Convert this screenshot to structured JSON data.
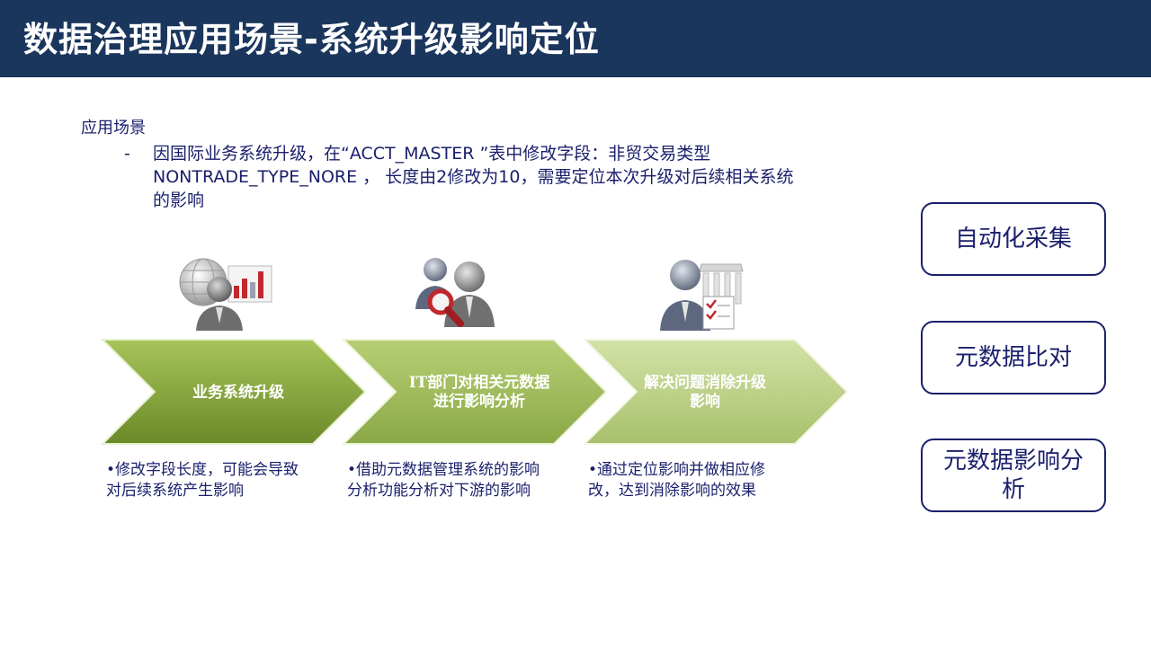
{
  "header": {
    "title": "数据治理应用场景-系统升级影响定位"
  },
  "scenario": {
    "heading": "应用场景",
    "dash": "-",
    "description": "因国际业务系统升级，在“ACCT_MASTER ”表中修改字段：非贸交易类型 NONTRADE_TYPE_NORE ， 长度由2修改为10，需要定位本次升级对后续相关系统的影响"
  },
  "steps": [
    {
      "label": "业务系统升级",
      "icon": "globe-chart-person-icon",
      "note": "修改字段长度，可能会导致对后续系统产生影响"
    },
    {
      "label": "IT部门对相关元数据进行影响分析",
      "icon": "people-magnifier-icon",
      "note": "借助元数据管理系统的影响分析功能分析对下游的影响"
    },
    {
      "label": "解决问题消除升级影响",
      "icon": "person-building-checklist-icon",
      "note": "通过定位影响并做相应修改，达到消除影响的效果"
    }
  ],
  "features": [
    "自动化采集",
    "元数据比对",
    "元数据影响分析"
  ],
  "colors": {
    "header": "#1b365d",
    "text": "#1a1f6b",
    "arrow_dark": "#7a9a35",
    "arrow_light": "#c8d99a"
  }
}
